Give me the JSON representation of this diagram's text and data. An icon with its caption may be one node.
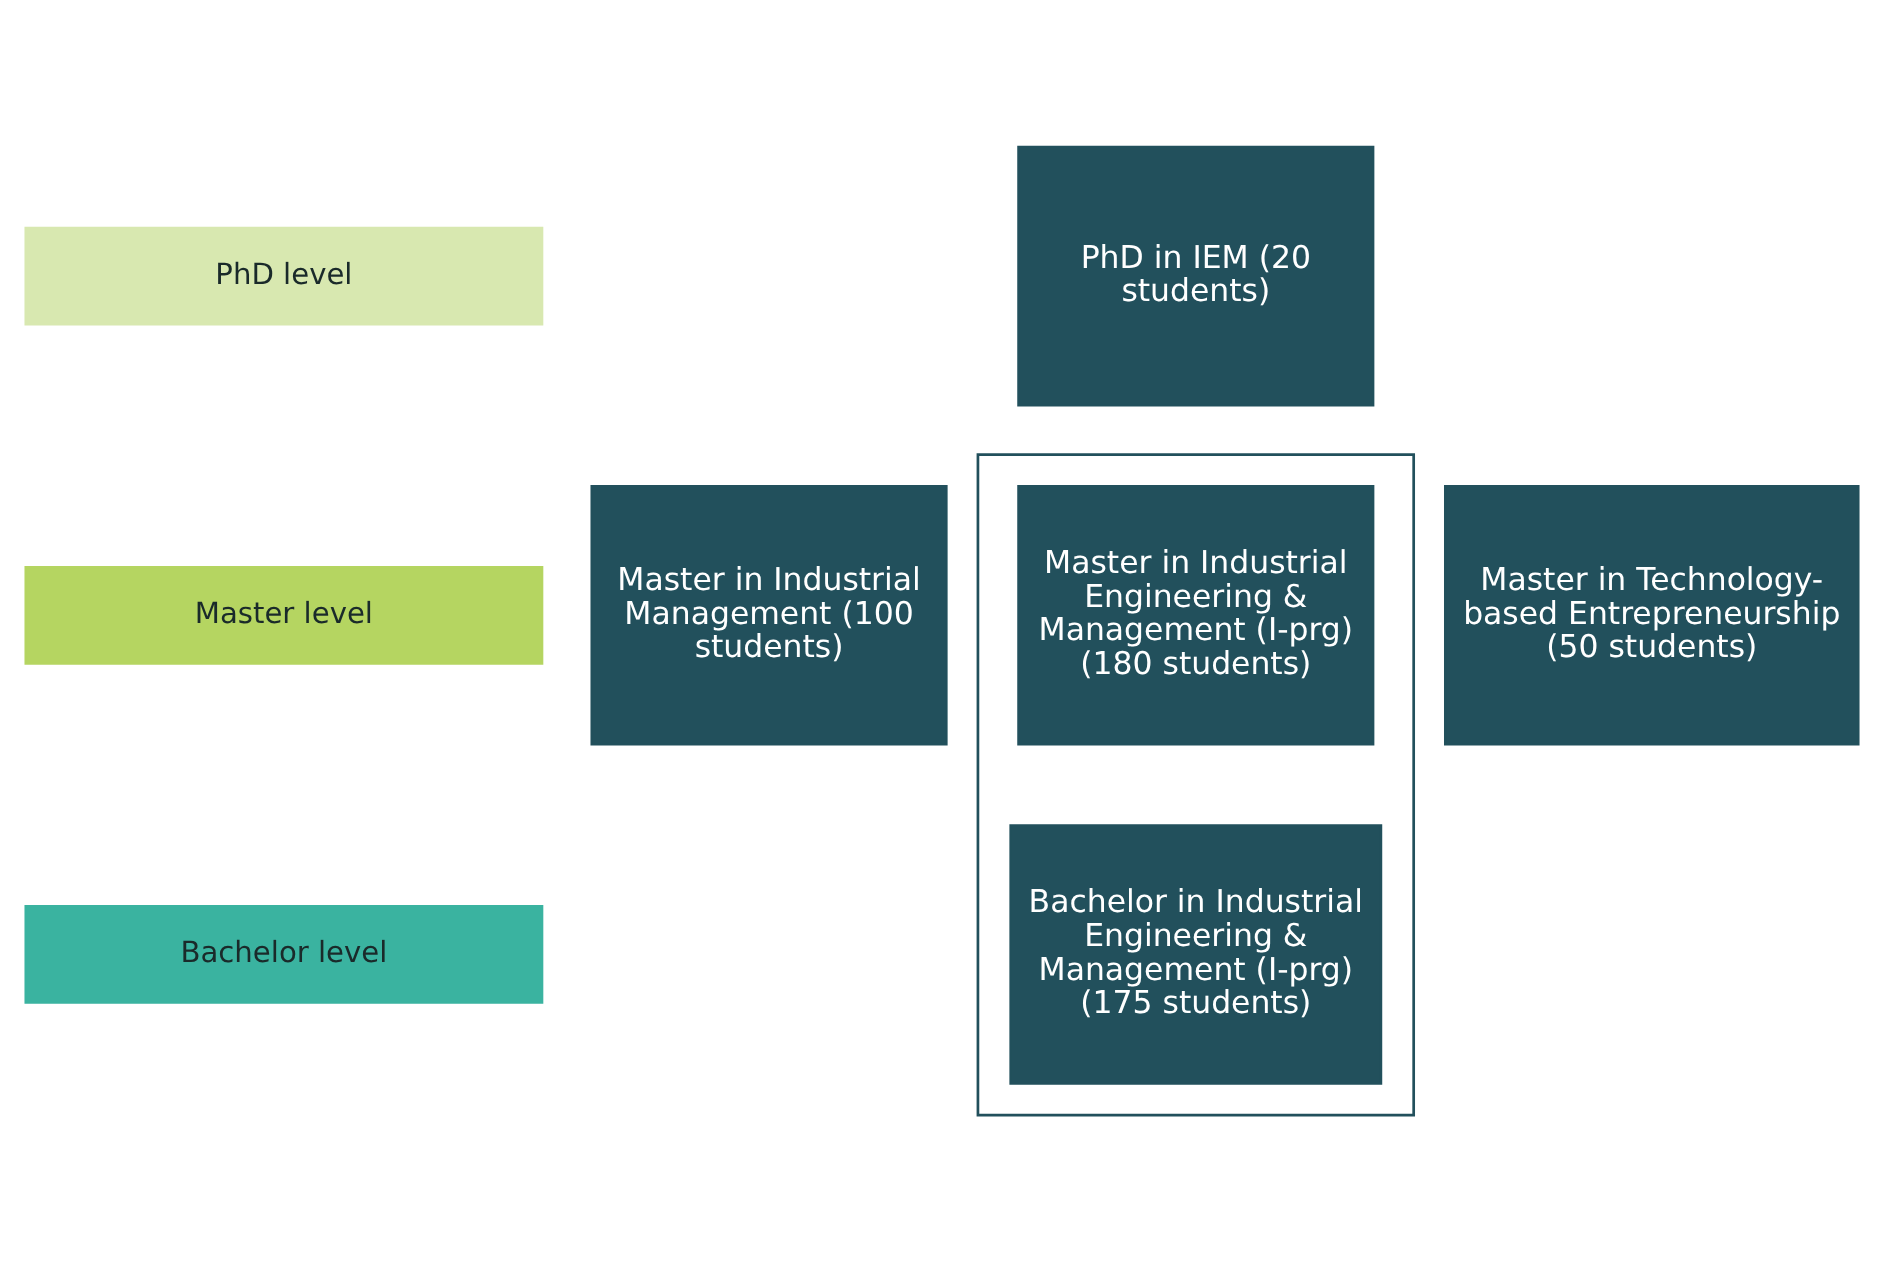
{
  "diagram": {
    "nodes": [
      {
        "text": [
          "PhD level"
        ]
      },
      {
        "text": [
          "PhD in IEM (20 students)"
        ]
      },
      {
        "text": [
          "Master level"
        ]
      },
      {
        "text": [
          "Master in Industrial Management (100 students)"
        ]
      },
      {
        "text": [],
        "shape": "box"
      },
      {
        "text": [
          "Master in Industrial Engineering & Management (I-prg) (180 students)"
        ],
        "in": 4
      },
      {
        "text": [
          "Master in Technology-based Entrepreneurship (50 students)"
        ]
      },
      {
        "text": [
          "Bachelor level"
        ]
      },
      {
        "text": [
          "Bachelor in Industrial Engineering & Management (I-prg) (175 students)"
        ],
        "in": 4
      }
    ],
    "edges": []
  }
}
